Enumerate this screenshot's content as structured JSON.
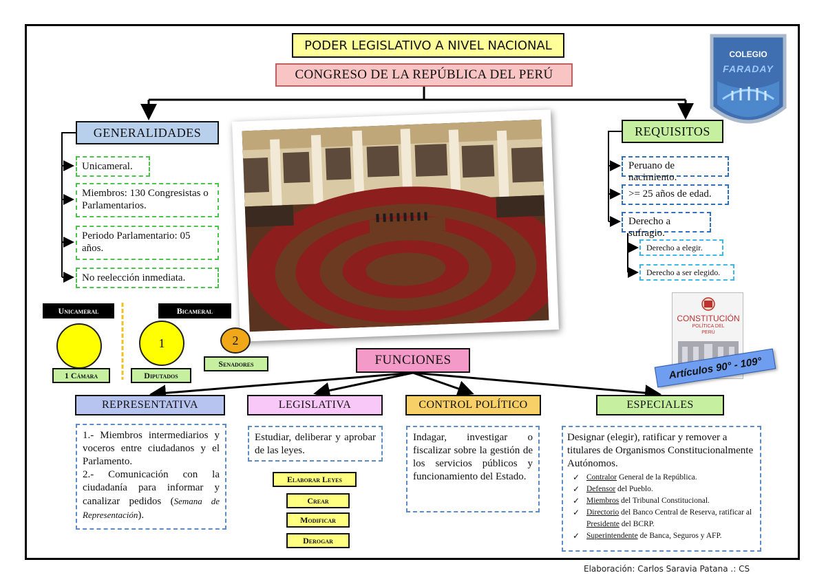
{
  "title": "PODER LEGISLATIVO A NIVEL NACIONAL",
  "subtitle": "CONGRESO DE LA REPÚBLICA DEL PERÚ",
  "logo": {
    "line1": "COLEGIO",
    "line2": "FARADAY"
  },
  "generalidades": {
    "header": "GENERALIDADES",
    "items": [
      "Unicameral.",
      "Miembros: 130 Congresistas o Parlamentarios.",
      "Periodo Parlamentario: 05 años.",
      "No reelección inmediata."
    ]
  },
  "requisitos": {
    "header": "REQUISITOS",
    "items": [
      "Peruano de nacimiento.",
      ">= 25 años de edad.",
      "Derecho a sufragio."
    ],
    "subitems": [
      "Derecho a elegir.",
      "Derecho a ser elegido."
    ]
  },
  "camaras": {
    "unicameral": "Unicameral",
    "bicameral": "Bicameral",
    "uni_tag": "1 Cámara",
    "circle1": "1",
    "circle2": "2",
    "diputados": "Diputados",
    "senadores": "Senadores"
  },
  "constitucion": {
    "book_title": "CONSTITUCIÓN",
    "book_sub1": "POLÍTICA DEL",
    "book_sub2": "PERÚ",
    "articulos": "Artículos 90° - 109°"
  },
  "funciones": {
    "header": "FUNCIONES",
    "representativa": {
      "header": "REPRESENTATIVA",
      "p1": "1.- Miembros intermediarios y voceros entre ciudadanos y el Parlamento.",
      "p2": "2.- Comunicación con la ciudadanía para informar y canalizar pedidos (",
      "p2_italic": "Semana de Representación",
      "p2_end": ")."
    },
    "legislativa": {
      "header": "LEGISLATIVA",
      "text": "Estudiar, deliberar y aprobar de las leyes.",
      "elaborar": "Elaborar Leyes",
      "actions": [
        "Crear",
        "Modificar",
        "Derogar"
      ]
    },
    "control": {
      "header": "CONTROL POLÍTICO",
      "text": "Indagar, investigar o fiscalizar sobre la gestión de los servicios públicos y funcionamiento del Estado."
    },
    "especiales": {
      "header": "ESPECIALES",
      "text": "Designar (elegir), ratificar y remover a titulares de Organismos Constitucionalmente Autónomos.",
      "list": [
        {
          "u": "Contralor",
          "rest": " General de la República."
        },
        {
          "u": "Defensor",
          "rest": " del Pueblo."
        },
        {
          "u": "Miembros",
          "rest": " del Tribunal Constitucional."
        },
        {
          "u": "Directorio",
          "rest": " del Banco Central de Reserva, ratificar al ",
          "u2": "Presidente",
          "rest2": " del BCRP."
        },
        {
          "u": "Superintendente",
          "rest": " de Banca, Seguros y AFP."
        }
      ],
      "check": "✓"
    }
  },
  "footer": "Elaboración: Carlos Saravia Patana .: CS"
}
